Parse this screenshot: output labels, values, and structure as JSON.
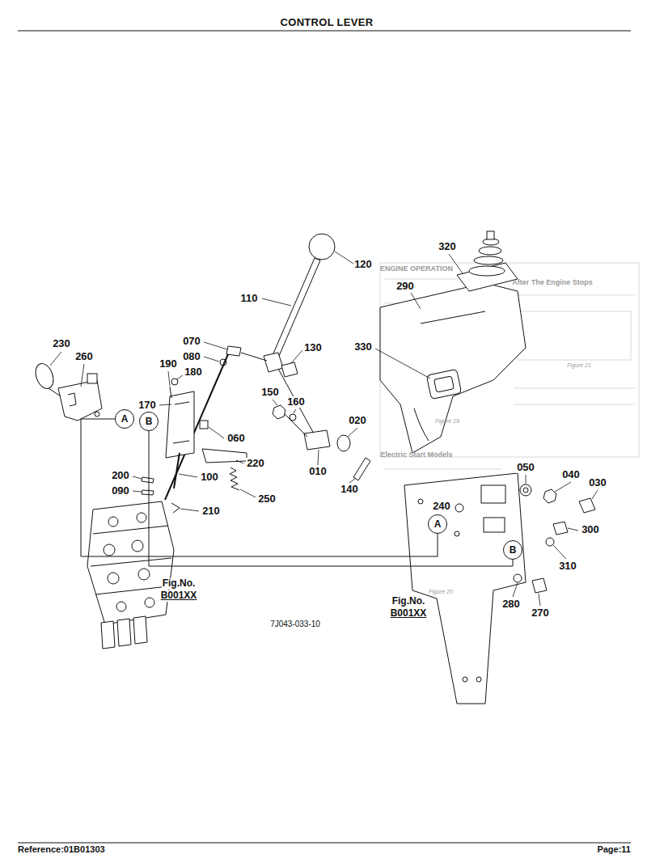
{
  "diagram": {
    "title": "CONTROL LEVER",
    "nodes": [
      {
        "text": [
          "A"
        ]
      },
      {
        "text": [
          "B"
        ]
      },
      {
        "text": [
          "A"
        ]
      },
      {
        "text": [
          "B"
        ]
      }
    ],
    "edges": [
      {
        "from": 0,
        "to": 2,
        "arrow": "none"
      },
      {
        "from": 1,
        "to": 3,
        "arrow": "none"
      }
    ],
    "labels": [
      "120",
      "320",
      "ENGINE OPERATION",
      "290",
      "After The Engine Stops",
      "110",
      "070",
      "330",
      "230",
      "130",
      "080",
      "260",
      "190",
      "Figure 21",
      "180",
      "150",
      "160",
      "170",
      "020",
      "Figure 19",
      "060",
      "Electric Start Models",
      "220",
      "050",
      "010",
      "040",
      "200",
      "100",
      "030",
      "140",
      "090",
      "250",
      "240",
      "210",
      "300",
      "310",
      "Fig.No.",
      "Figure 20",
      "B001XX",
      "Fig.No.",
      "280",
      "270",
      "B001XX",
      "7J043-033-10",
      "Reference:01B01303",
      "Page:11"
    ]
  }
}
